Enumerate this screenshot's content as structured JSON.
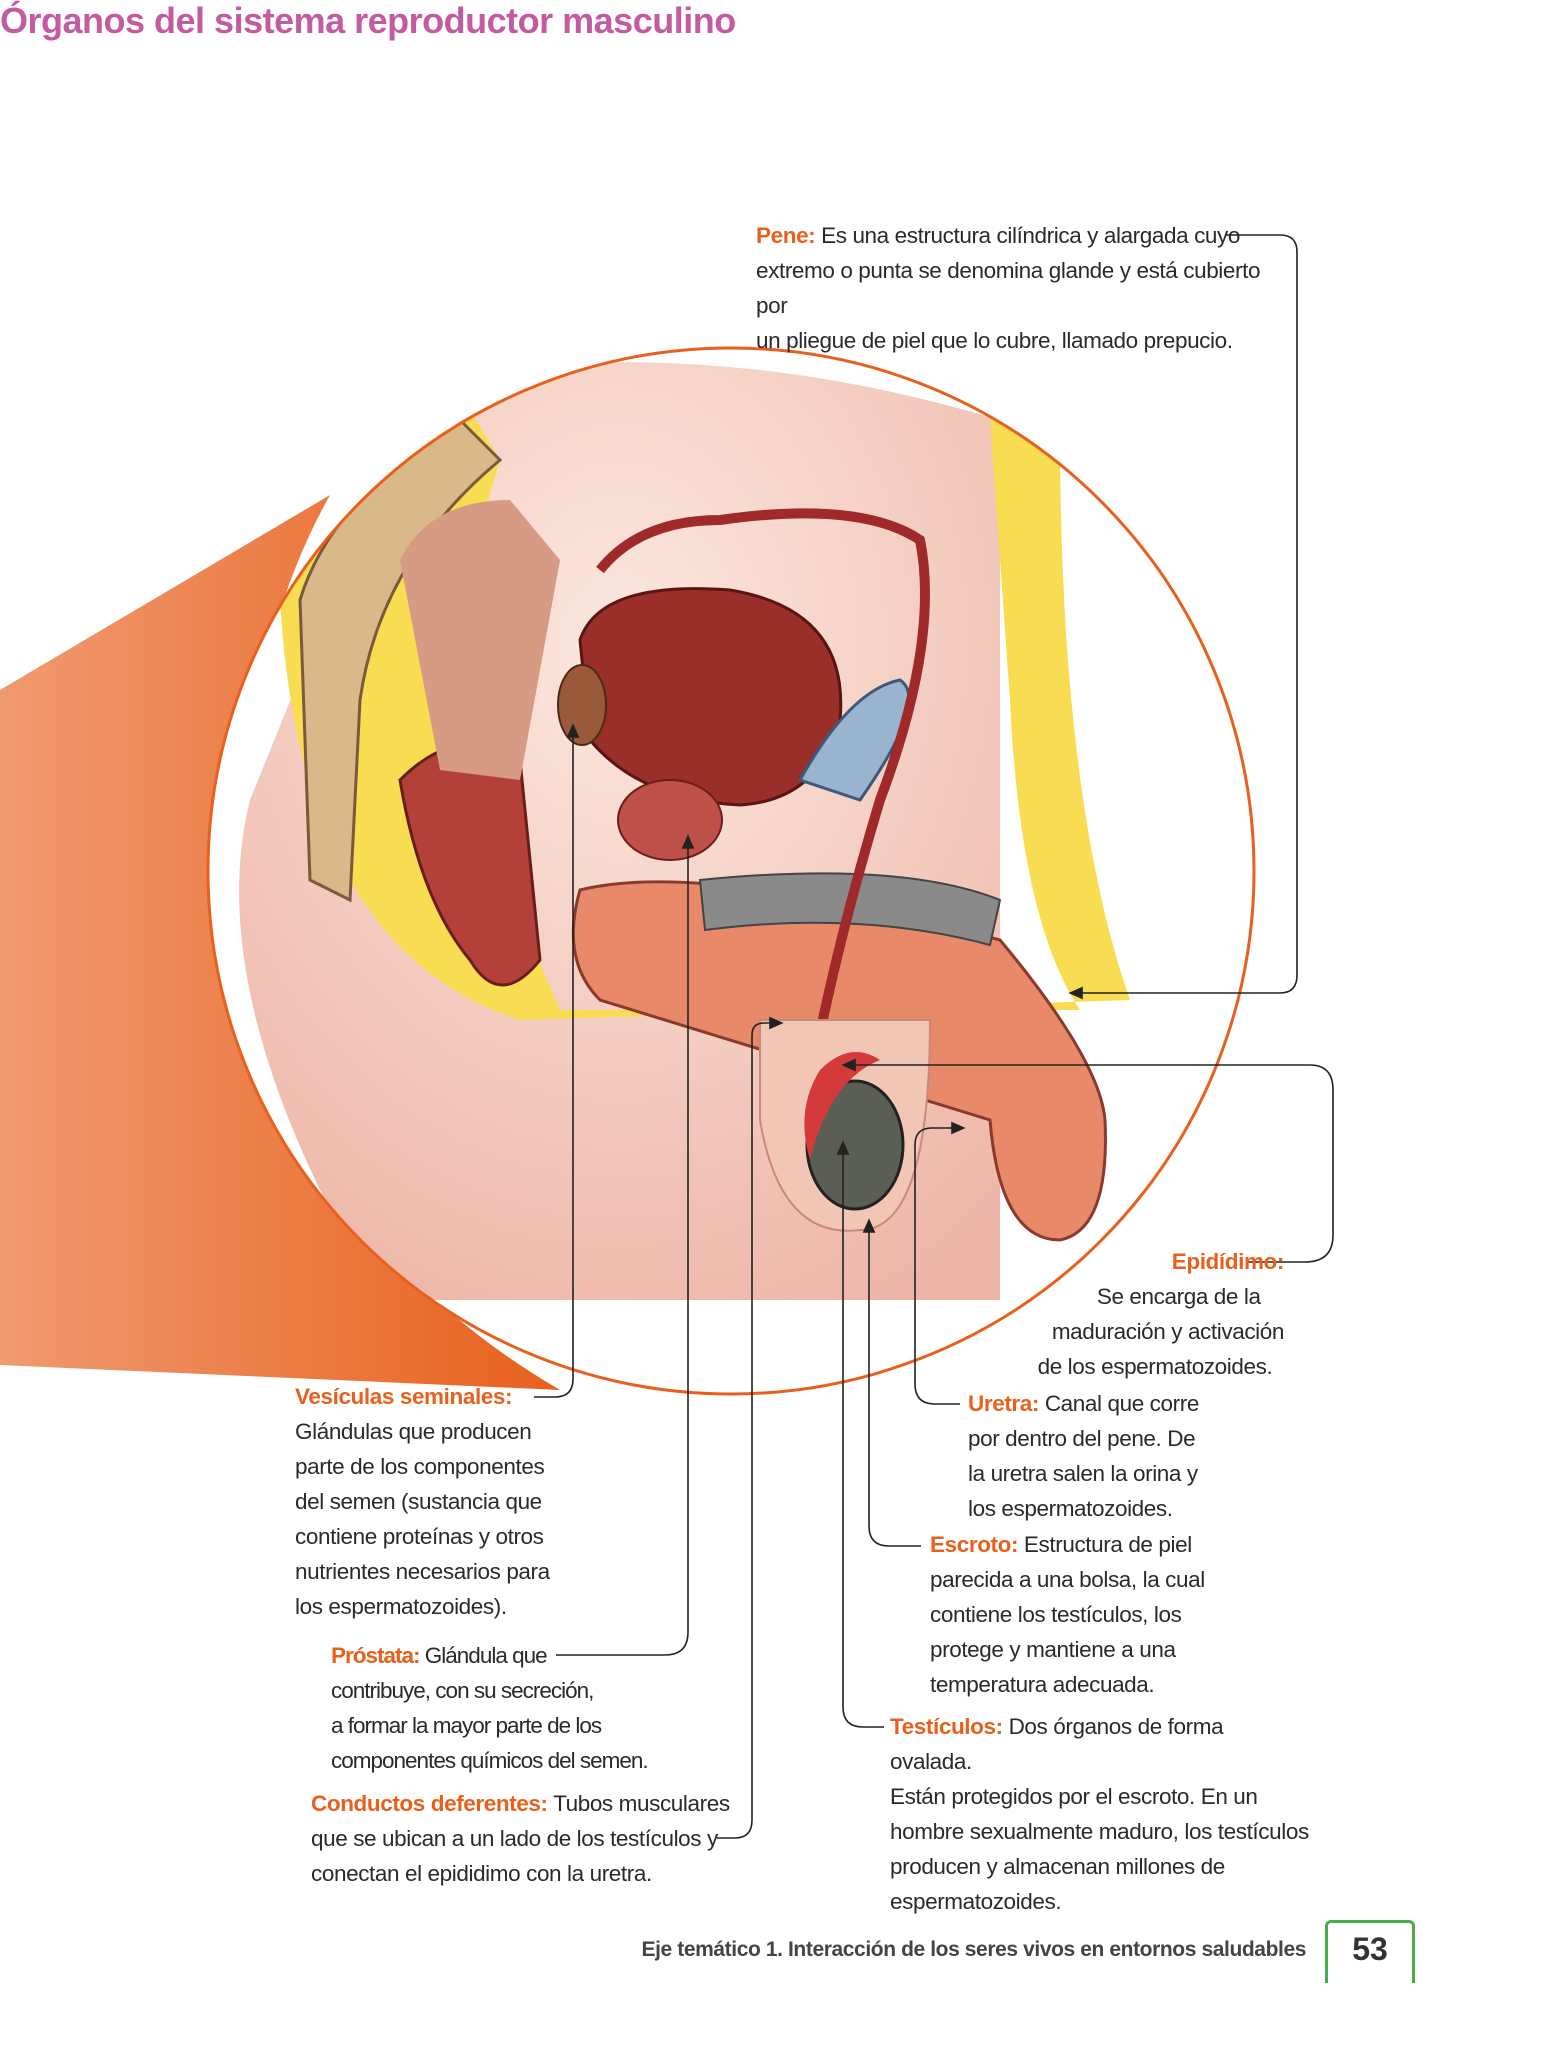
{
  "title": "Órganos del sistema reproductor masculino",
  "labels": {
    "pene": {
      "term": "Pene:",
      "lines": [
        " Es una estructura cilíndrica y alargada cuyo",
        "extremo o punta se denomina glande y está cubierto por",
        "un pliegue de piel que lo cubre, llamado prepucio."
      ]
    },
    "epididimo": {
      "term": "Epidídimo:",
      "lines": [
        "Se encarga de la",
        "maduración y activación",
        "de los espermatozoides."
      ]
    },
    "vesiculas": {
      "term": "Vesículas seminales:",
      "lines": [
        "Glándulas que producen",
        "parte de los componentes",
        "del semen (sustancia que",
        "contiene proteínas y otros",
        "nutrientes necesarios para",
        "los espermatozoides)."
      ]
    },
    "prostata": {
      "term": "Próstata:",
      "lines": [
        " Glándula que",
        "contribuye, con su secreción,",
        "a formar la mayor parte de los",
        "componentes químicos del semen."
      ]
    },
    "conductos": {
      "term": "Conductos deferentes:",
      "lines": [
        " Tubos musculares",
        "que se ubican a un lado de los testículos y",
        "conectan el epididimo con la uretra."
      ]
    },
    "uretra": {
      "term": "Uretra:",
      "lines": [
        " Canal que corre",
        "por dentro del pene. De",
        "la uretra salen la orina y",
        "los espermatozoides."
      ]
    },
    "escroto": {
      "term": "Escroto:",
      "lines": [
        " Estructura de piel",
        "parecida a una bolsa, la cual",
        "contiene los testículos, los",
        "protege y mantiene a una",
        "temperatura adecuada."
      ]
    },
    "testiculos": {
      "term": "Testículos:",
      "lines": [
        " Dos órganos de forma ovalada.",
        "Están protegidos por el escroto. En un",
        "hombre sexualmente maduro, los testículos",
        "producen y almacenan millones de",
        "espermatozoides."
      ]
    }
  },
  "footer": {
    "text": "Eje temático 1. Interacción de los seres vivos en entornos saludables",
    "page": "53"
  },
  "colors": {
    "title": "#c45aa0",
    "label": "#e8601c",
    "circle": "#e8601c",
    "page_box": "#4bab4b"
  }
}
